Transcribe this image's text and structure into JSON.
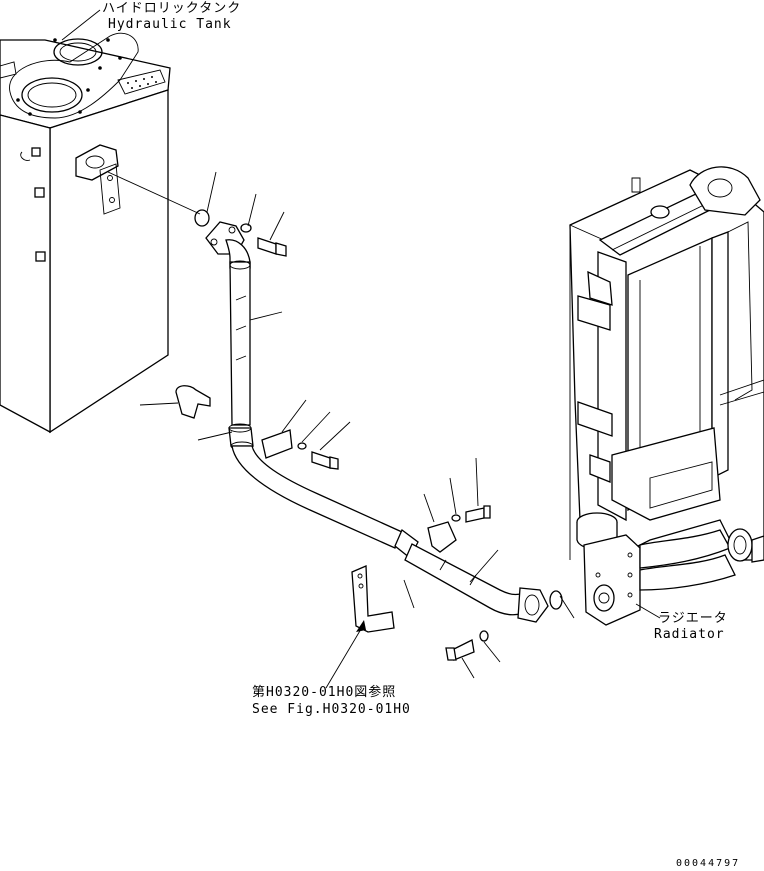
{
  "labels": {
    "hydraulic_tank_jp": "ハイドロリックタンク",
    "hydraulic_tank_en": "Hydraulic Tank",
    "radiator_jp": "ラジエータ",
    "radiator_en": "Radiator",
    "ref_jp": "第H0320-01H0図参照",
    "ref_en": "See Fig.H0320-01H0",
    "drawing_number": "00044797"
  }
}
